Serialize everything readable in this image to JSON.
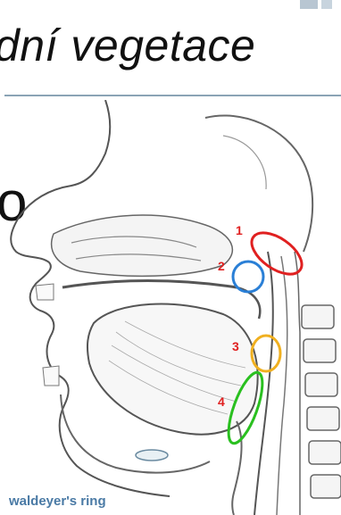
{
  "slide": {
    "title": "dní vegetace",
    "bullet_fragment": "o",
    "caption": "waldeyer's ring"
  },
  "markers": [
    {
      "label": "1",
      "color": "#e02020"
    },
    {
      "label": "2",
      "color": "#2a7fd6"
    },
    {
      "label": "3",
      "color": "#f0b020"
    },
    {
      "label": "4",
      "color": "#2ac020"
    }
  ],
  "marker_label_colors": {
    "1": "#e02020",
    "2": "#e02020",
    "3": "#e02020",
    "4": "#e02020"
  },
  "figure_icon": "sagittal-head-section-illustration"
}
